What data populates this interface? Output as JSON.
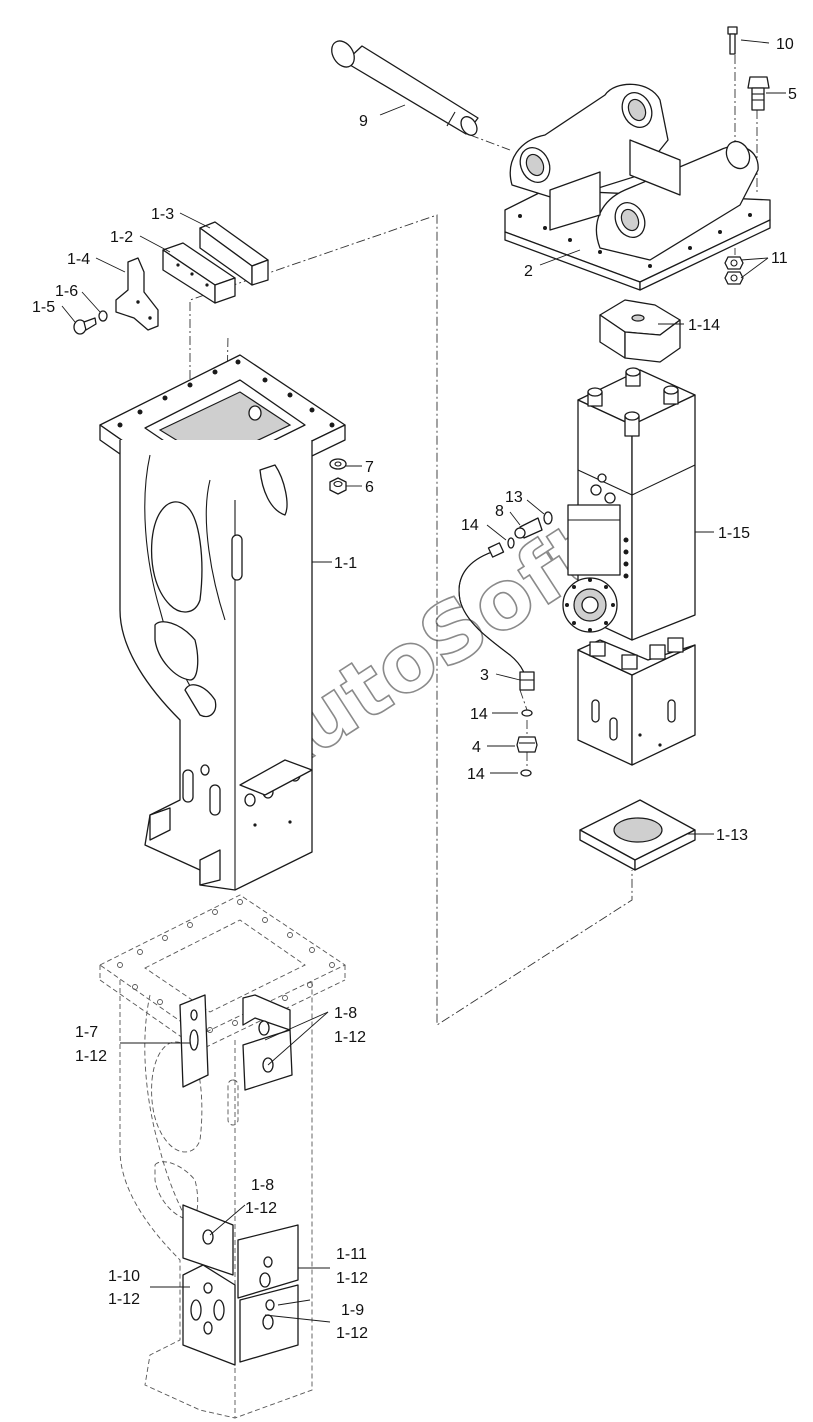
{
  "callouts": {
    "c10": "10",
    "c5": "5",
    "c9": "9",
    "c2": "2",
    "c11": "11",
    "c1_3": "1-3",
    "c1_2": "1-2",
    "c1_4": "1-4",
    "c1_6": "1-6",
    "c1_5": "1-5",
    "c1_14": "1-14",
    "c7": "7",
    "c6": "6",
    "c1_1": "1-1",
    "c13": "13",
    "c8": "8",
    "c14a": "14",
    "c1_15": "1-15",
    "c3": "3",
    "c14b": "14",
    "c4": "4",
    "c14c": "14",
    "c1_13": "1-13",
    "c1_8a": "1-8",
    "c1_12a": "1-12",
    "c1_7": "1-7",
    "c1_12b": "1-12",
    "c1_8b": "1-8",
    "c1_12c": "1-12",
    "c1_11": "1-11",
    "c1_12d": "1-12",
    "c1_10": "1-10",
    "c1_12e": "1-12",
    "c1_9": "1-9",
    "c1_12f": "1-12"
  },
  "watermark": "AutoSoft"
}
